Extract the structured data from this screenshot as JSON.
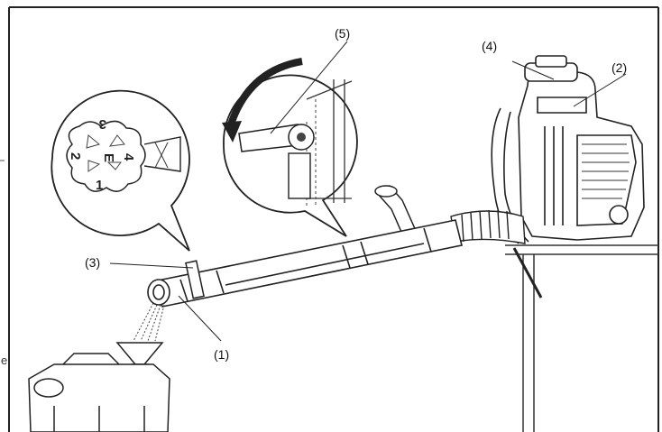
{
  "figure": {
    "callouts": {
      "nozzle": "(1)",
      "fuel_tank": "(2)",
      "lever_ring": "(3)",
      "tank_cap": "(4)",
      "shutter_lever": "(5)"
    },
    "dial_positions": [
      "3",
      "2",
      "E",
      "4",
      "1"
    ],
    "edge_text_left": "e"
  }
}
